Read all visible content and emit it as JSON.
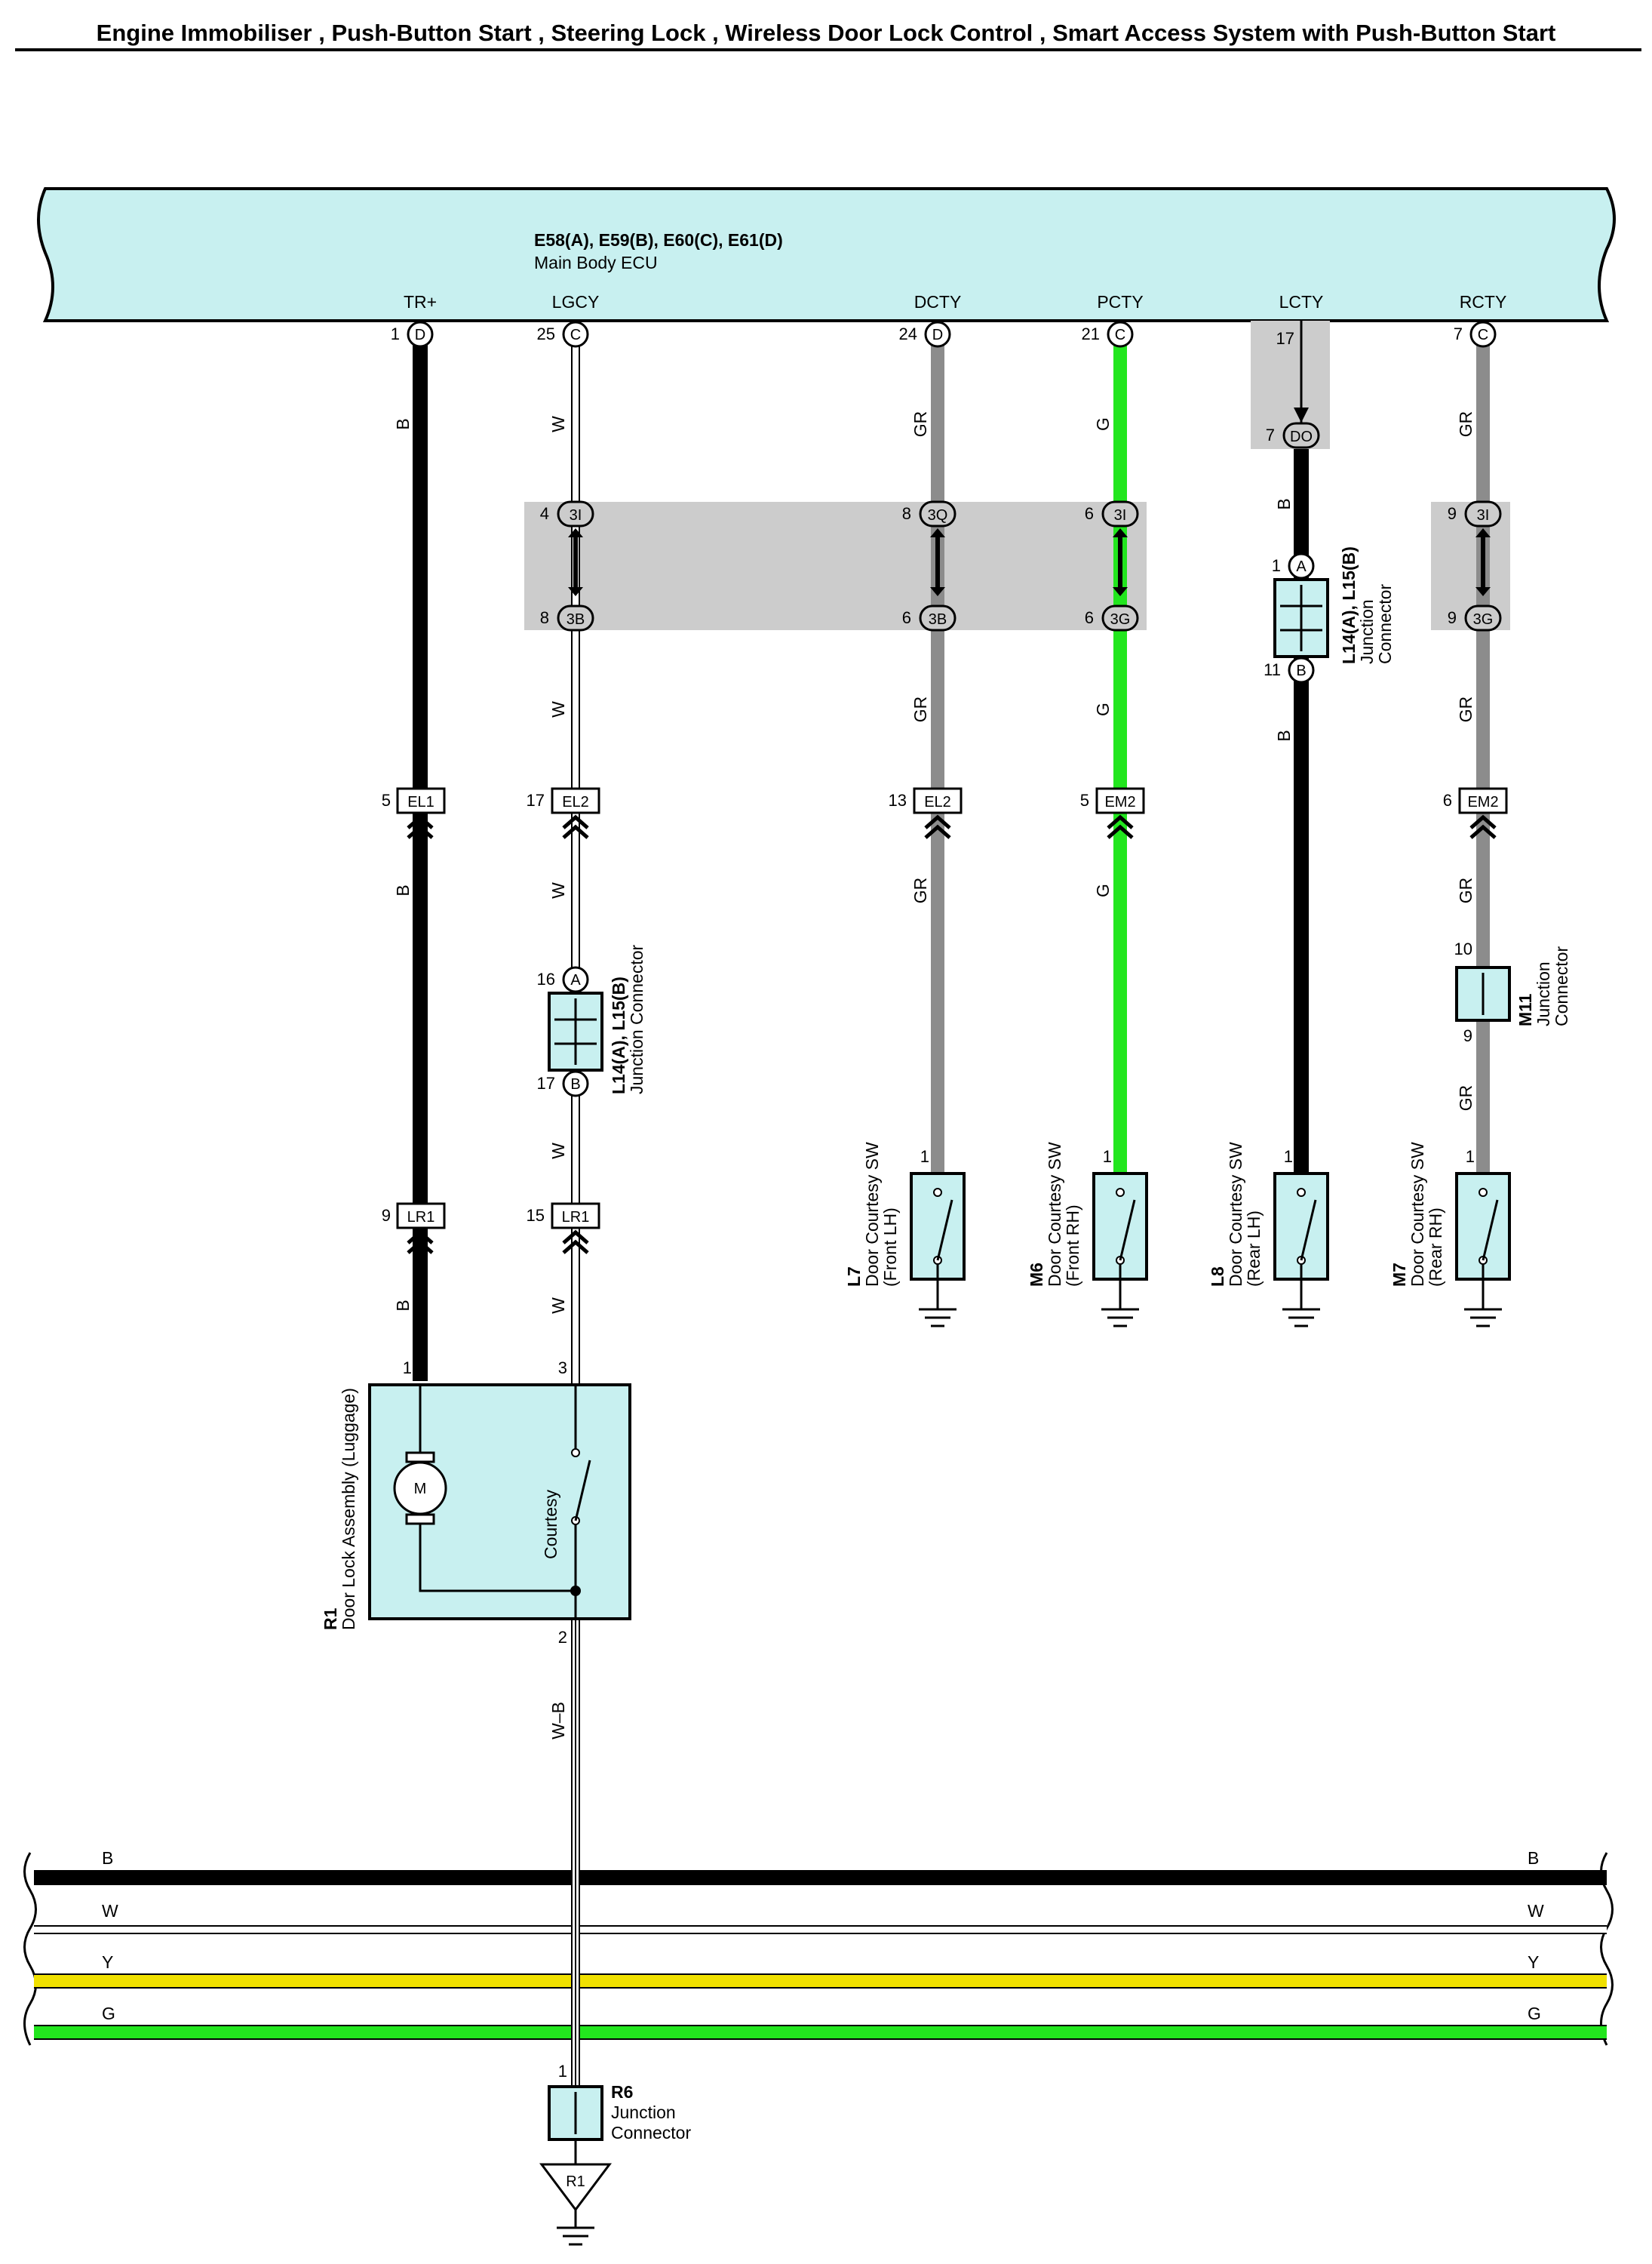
{
  "title": "Engine Immobiliser , Push-Button Start , Steering Lock , Wireless Door Lock Control , Smart Access System with Push-Button Start",
  "ecu": {
    "connectors": "E58(A), E59(B), E60(C), E61(D)",
    "name": "Main Body ECU",
    "terminals": [
      {
        "name": "TR+",
        "pin": "1",
        "conn": "D"
      },
      {
        "name": "LGCY",
        "pin": "25",
        "conn": "C"
      },
      {
        "name": "DCTY",
        "pin": "24",
        "conn": "D"
      },
      {
        "name": "PCTY",
        "pin": "21",
        "conn": "C"
      },
      {
        "name": "LCTY",
        "pin": "17",
        "conn": ""
      },
      {
        "name": "RCTY",
        "pin": "7",
        "conn": "C"
      }
    ]
  },
  "wire_colors": {
    "B": "#000000",
    "W": "#ffffff",
    "GR": "#8c8c8c",
    "G": "#22e61e",
    "Y": "#f0e000",
    "W-B": "#ffffff"
  },
  "inline_connectors": [
    {
      "pin": "4",
      "id": "3I"
    },
    {
      "pin": "8",
      "id": "3B"
    },
    {
      "pin": "8",
      "id": "3Q"
    },
    {
      "pin": "6",
      "id": "3B"
    },
    {
      "pin": "6",
      "id": "3I"
    },
    {
      "pin": "6",
      "id": "3G"
    },
    {
      "pin": "7",
      "id": "DO"
    },
    {
      "pin": "9",
      "id": "3I"
    },
    {
      "pin": "9",
      "id": "3G"
    },
    {
      "pin": "1",
      "id": "A"
    },
    {
      "pin": "11",
      "id": "B"
    },
    {
      "pin": "16",
      "id": "A"
    },
    {
      "pin": "17",
      "id": "B"
    }
  ],
  "harness_connectors": [
    {
      "pin": "5",
      "id": "EL1"
    },
    {
      "pin": "17",
      "id": "EL2"
    },
    {
      "pin": "13",
      "id": "EL2"
    },
    {
      "pin": "5",
      "id": "EM2"
    },
    {
      "pin": "6",
      "id": "EM2"
    },
    {
      "pin": "9",
      "id": "LR1"
    },
    {
      "pin": "15",
      "id": "LR1"
    }
  ],
  "junction_connectors": [
    {
      "code": "L14(A), L15(B)",
      "desc": "Junction Connector"
    },
    {
      "code": "L14(A), L15(B)",
      "desc": "Junction Connector"
    },
    {
      "code": "M11",
      "desc": "Junction",
      "desc2": "Connector",
      "pin_top": "10",
      "pin_bottom": "9"
    }
  ],
  "switches": [
    {
      "code": "L7",
      "name": "Door Courtesy SW",
      "pos": "(Front LH)",
      "pin": "1"
    },
    {
      "code": "M6",
      "name": "Door Courtesy SW",
      "pos": "(Front RH)",
      "pin": "1"
    },
    {
      "code": "L8",
      "name": "Door Courtesy SW",
      "pos": "(Rear LH)",
      "pin": "1"
    },
    {
      "code": "M7",
      "name": "Door Courtesy SW",
      "pos": "(Rear RH)",
      "pin": "1"
    }
  ],
  "door_lock": {
    "code": "R1",
    "name": "Door Lock Assembly (Luggage)",
    "motor": "M",
    "switch": "Courtesy",
    "pins": [
      "1",
      "3",
      "2"
    ]
  },
  "r6": {
    "code": "R6",
    "desc1": "Junction",
    "desc2": "Connector",
    "pin": "1"
  },
  "ground": {
    "label": "R1"
  },
  "bus": [
    {
      "label": "B",
      "color": "#000000"
    },
    {
      "label": "W",
      "color": "#ffffff"
    },
    {
      "label": "Y",
      "color": "#f0e000"
    },
    {
      "label": "G",
      "color": "#22e61e"
    }
  ]
}
